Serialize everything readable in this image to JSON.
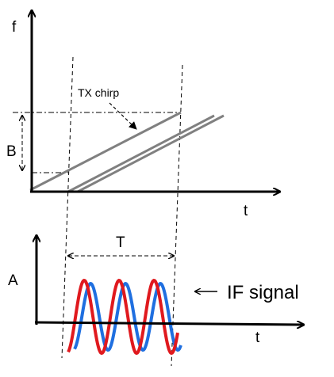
{
  "top_panel": {
    "y_axis_label": "f",
    "x_axis_label": "t",
    "bandwidth_label": "B",
    "chirp_label": "TX chirp"
  },
  "bottom_panel": {
    "y_axis_label": "A",
    "x_axis_label": "t",
    "period_label": "T",
    "signal_label": "IF signal"
  },
  "colors": {
    "axis": "#000000",
    "chirp_lines": "#808080",
    "if_signal_primary": "#e0191e",
    "if_signal_secondary": "#1f6fe0"
  }
}
